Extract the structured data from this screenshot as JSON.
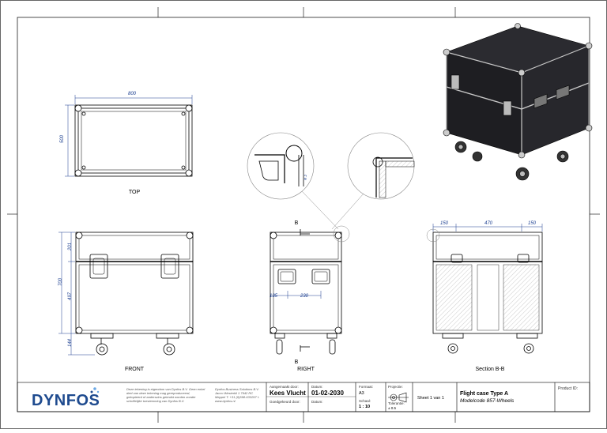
{
  "views": {
    "top": "TOP",
    "front": "FRONT",
    "right": "RIGHT",
    "section": "Section B-B",
    "section_marker": "B"
  },
  "dimensions": {
    "top_width": "800",
    "top_depth": "500",
    "front_lid": "201",
    "front_total": "700",
    "front_body": "497",
    "front_wheels": "144",
    "right_handle_offset": "135",
    "right_handle_width": "230",
    "section_left": "150",
    "section_mid": "470",
    "section_right": "150",
    "detail_radius": "R 2"
  },
  "title_block": {
    "logo": "DYNFOS",
    "disclaimer": "Deze tekening is eigendom van Dynfos B.V. Geen enkel deel van deze tekening mag gereproduceerd, gekopieerd of anderszins gebruikt worden zonder schriftelijke toestemming van Dynfos B.V.",
    "address": "Dynfos Business Solutions B.V. Jacco Westerkil 1 7942 RC Meppel T: +31 (0)598-633297 I: www.dynfos.nl",
    "drawn_by_label": "Aangemaakt door:",
    "drawn_by": "Kees Vlucht",
    "approved_label": "Goedgekeurd door:",
    "date_label": "Datum:",
    "date": "01-02-2030",
    "date2_label": "Datum:",
    "format_label": "Formaat:",
    "format": "A3",
    "scale_label": "Schaal:",
    "scale": "1 : 10",
    "projection_label": "Projectie:",
    "tolerance_label": "Tolerantie:",
    "tolerance": "± 0.5",
    "sheet": "Sheet 1 van 1",
    "title": "Flight case Type A",
    "subtitle": "Modelcode 857-Wheels",
    "product_id_label": "Product ID:"
  },
  "colors": {
    "line": "#000000",
    "dimension": "#1a3d8f",
    "case_body": "#1e1e22",
    "logo": "#1f4b8f"
  }
}
